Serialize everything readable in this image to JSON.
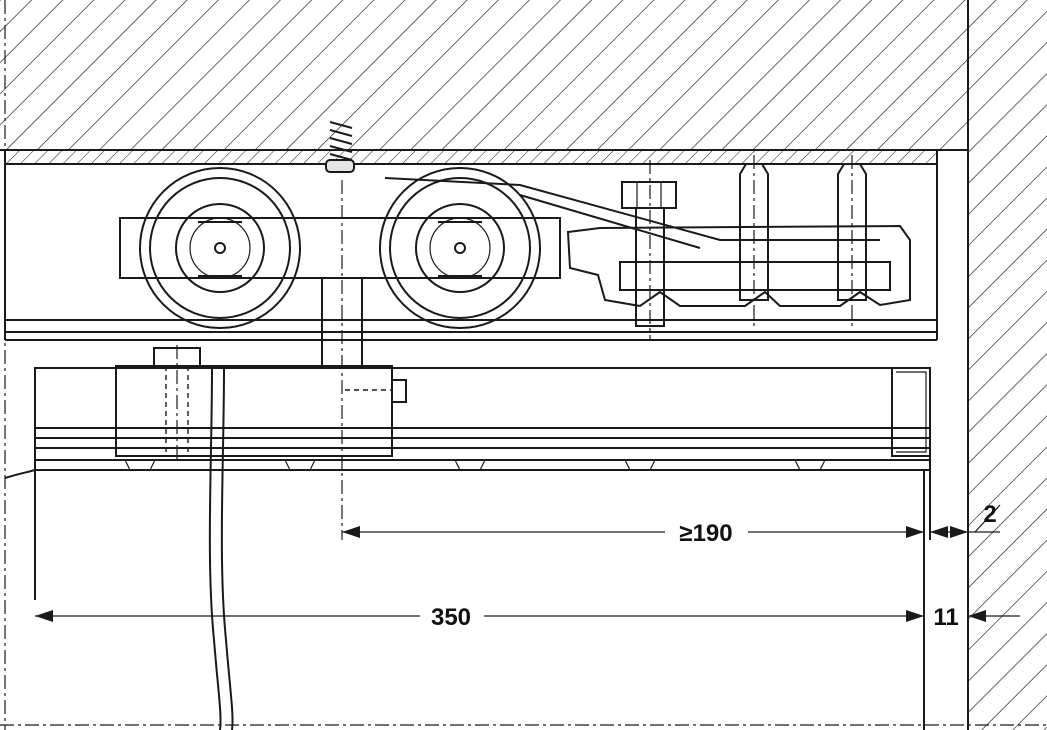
{
  "dimensions": {
    "min_distance": "≥190",
    "total_width": "350",
    "side_clearance": "11",
    "wall_gap": "2"
  },
  "colors": {
    "line": "#1a1a1a",
    "part_fill": "#e6e6e6",
    "background": "#ffffff"
  }
}
